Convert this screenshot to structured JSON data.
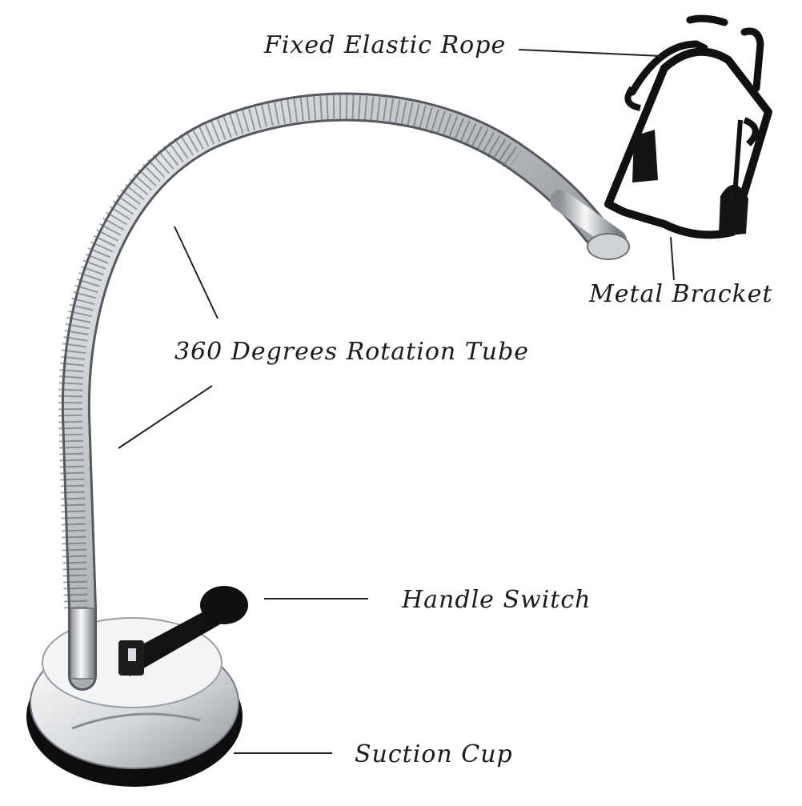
{
  "labels": {
    "fixed_elastic_rope": "Fixed Elastic Rope",
    "metal_bracket": "Metal Bracket",
    "rotation_tube": "360 Degrees Rotation Tube",
    "handle_switch": "Handle Switch",
    "suction_cup": "Suction Cup"
  },
  "colors": {
    "background": "#ffffff",
    "text": "#1a1a1a",
    "leader_line": "#222222",
    "metal_dark": "#6e7378",
    "metal_light": "#eef0f2",
    "black_part": "#141414"
  }
}
